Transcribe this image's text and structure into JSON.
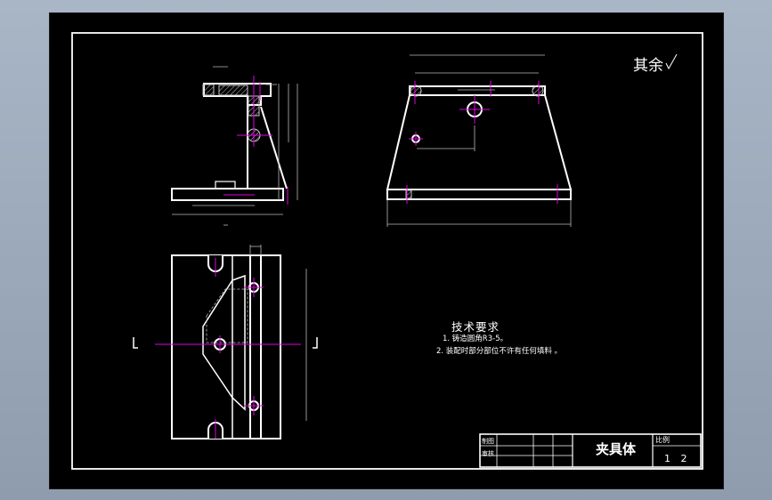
{
  "drawing": {
    "rough_symbol_text": "其余",
    "technical_requirements": {
      "title": "技术要求",
      "notes": [
        "1. 铸造圆角R3-5。",
        "2. 装配时部分部位不许有任何填料 。"
      ]
    },
    "title_block": {
      "part_name": "夹具体",
      "drawn_label": "制图",
      "check_label": "审核",
      "scale_label": "比例",
      "scale_value": "1 2"
    }
  },
  "colors": {
    "background": "#000000",
    "outline": "#ffffff",
    "centerline": "#e000e0",
    "dimension": "#b8b8b8",
    "hatch": "#c8c8c8"
  }
}
